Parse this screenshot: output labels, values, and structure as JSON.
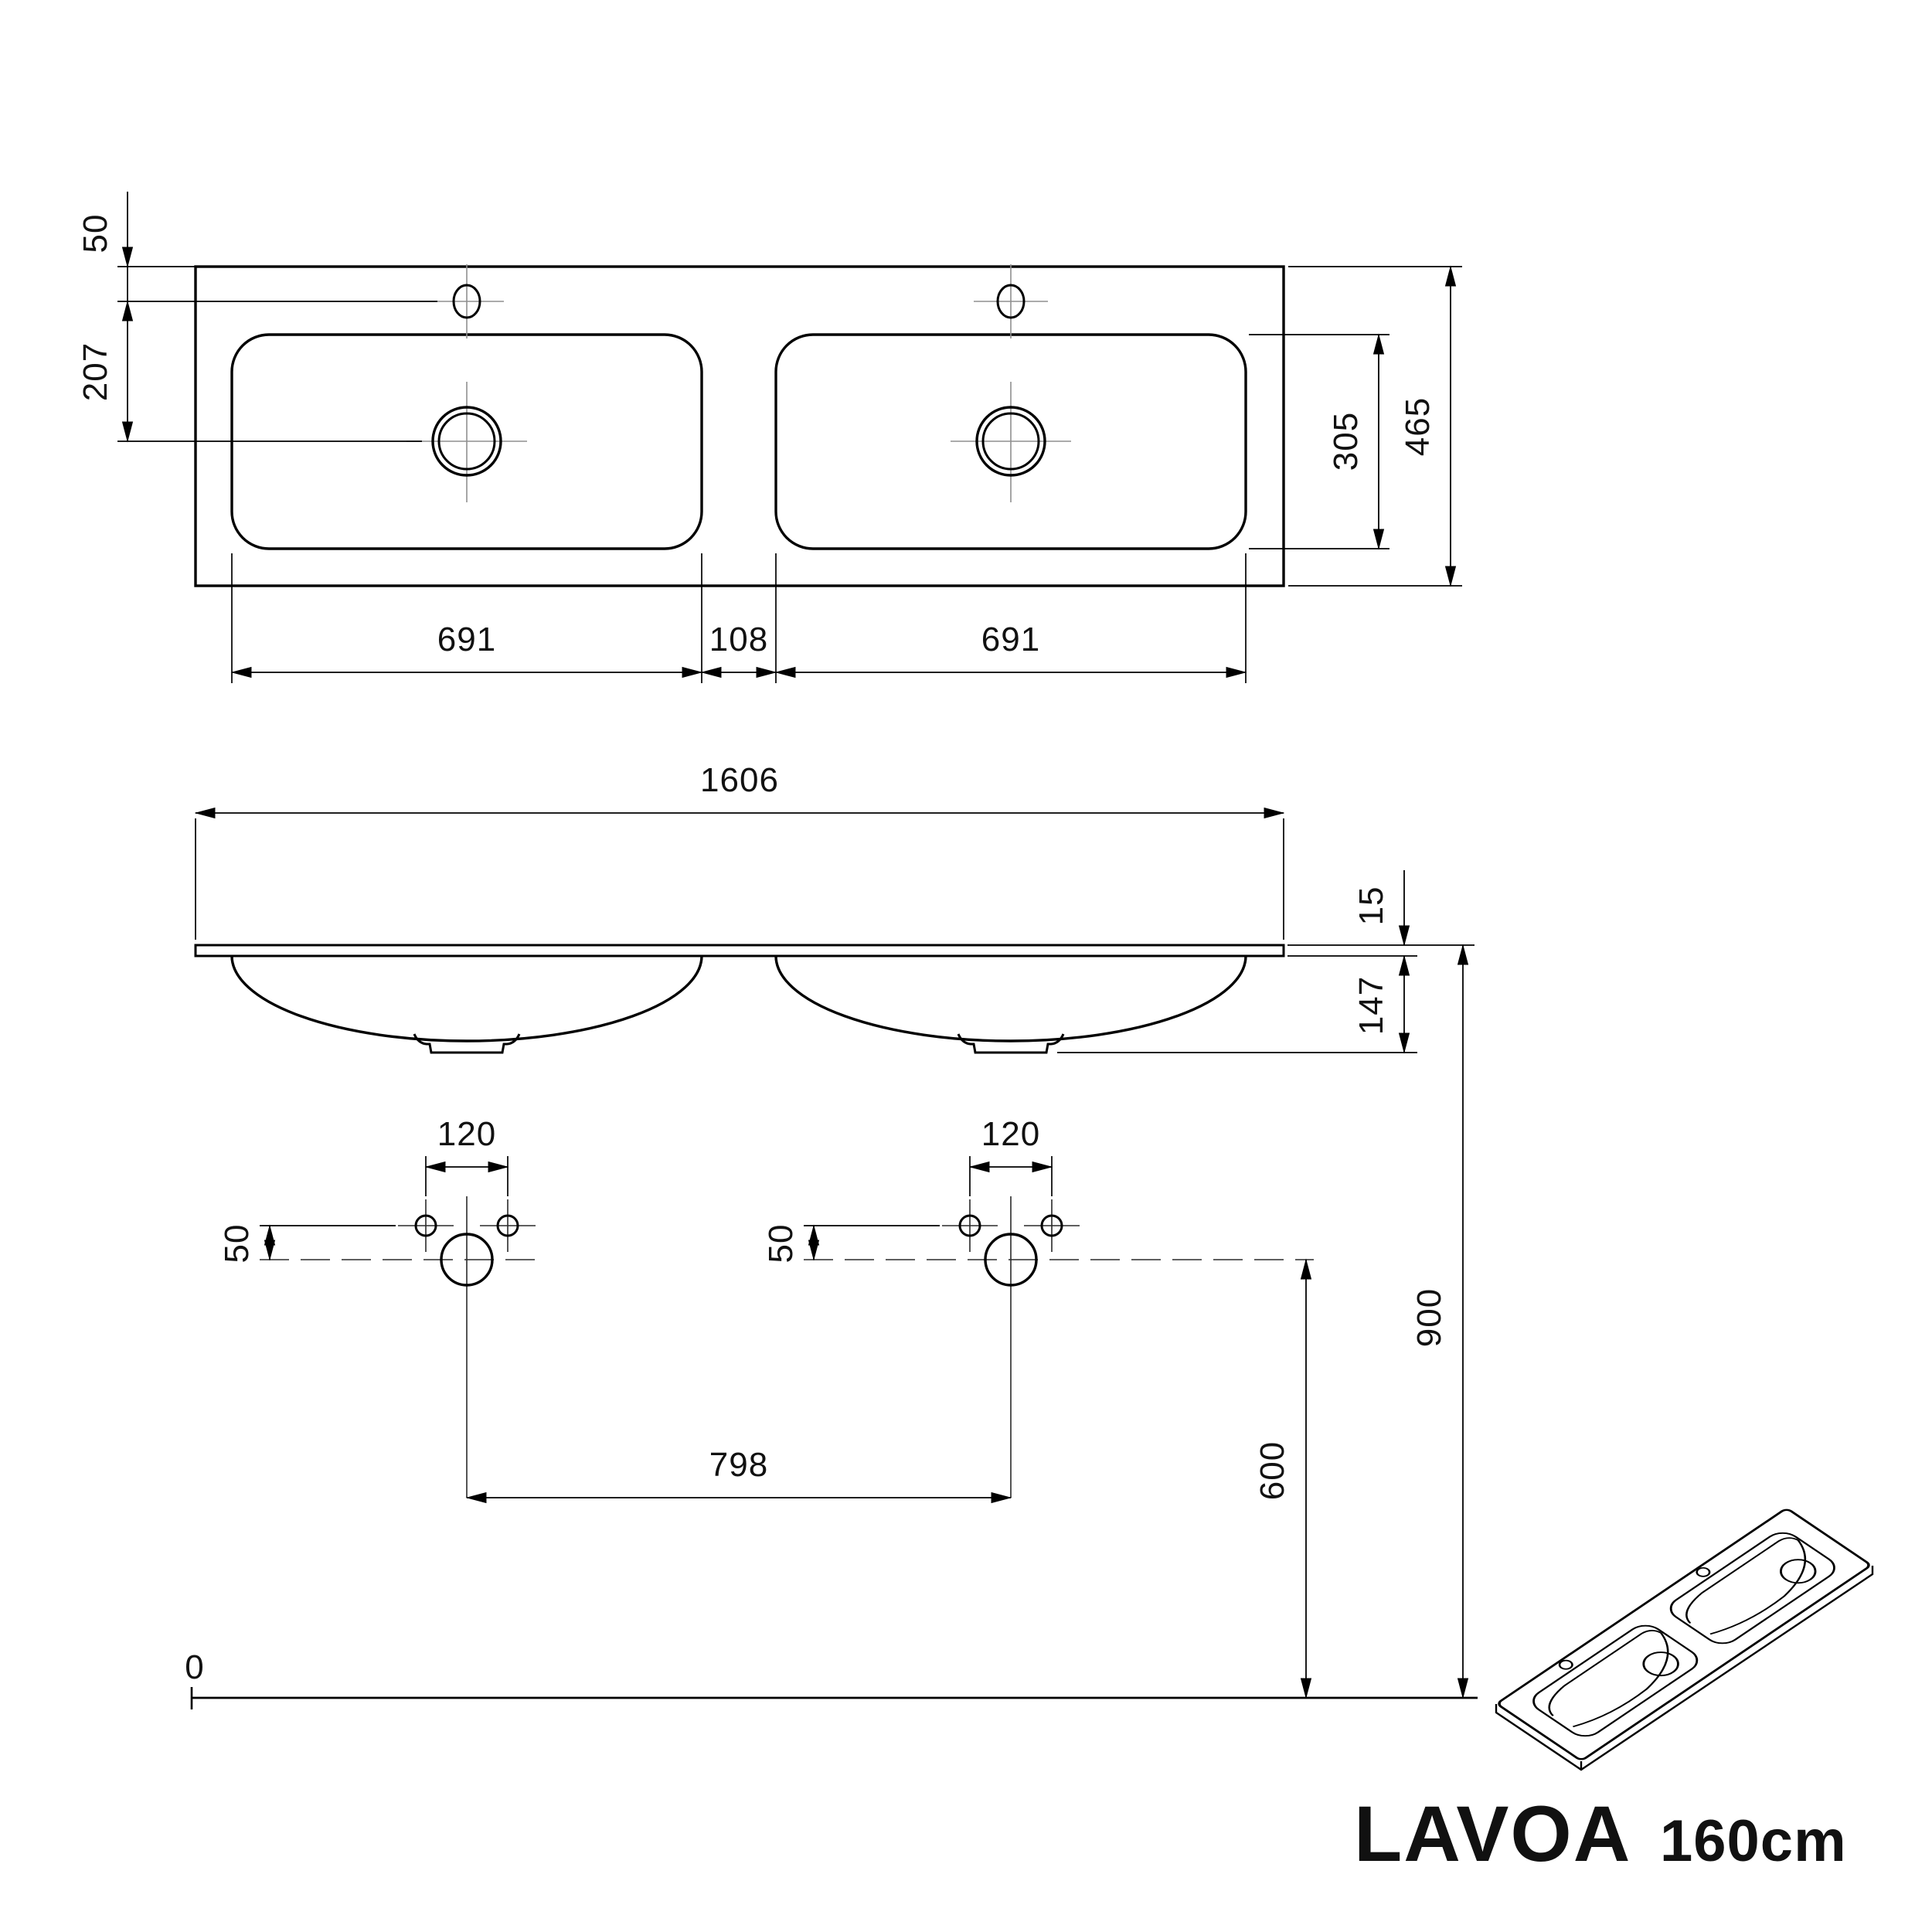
{
  "product": {
    "name": "LAVOA",
    "size_label": "160cm"
  },
  "colors": {
    "line": "#000000",
    "centerline": "#8f8f8f",
    "background": "#ffffff",
    "text": "#111111"
  },
  "top_view": {
    "dim_top_edge_to_faucet": "50",
    "dim_faucet_to_drain": "207",
    "dim_left_basin_width": "691",
    "dim_basin_gap": "108",
    "dim_right_basin_width": "691",
    "dim_basin_depth": "305",
    "dim_total_depth": "465"
  },
  "front_view": {
    "dim_total_width": "1606",
    "dim_slab_thickness": "15",
    "dim_bowl_depth": "147"
  },
  "drill_template": {
    "left": {
      "dim_tap_hole_spacing": "120",
      "dim_tap_hole_offset": "50"
    },
    "right": {
      "dim_tap_hole_spacing": "120",
      "dim_tap_hole_offset": "50"
    },
    "dim_faucet_center_distance": "798",
    "dim_faucet_height": "600",
    "dim_rim_height": "900",
    "datum_label": "0"
  }
}
